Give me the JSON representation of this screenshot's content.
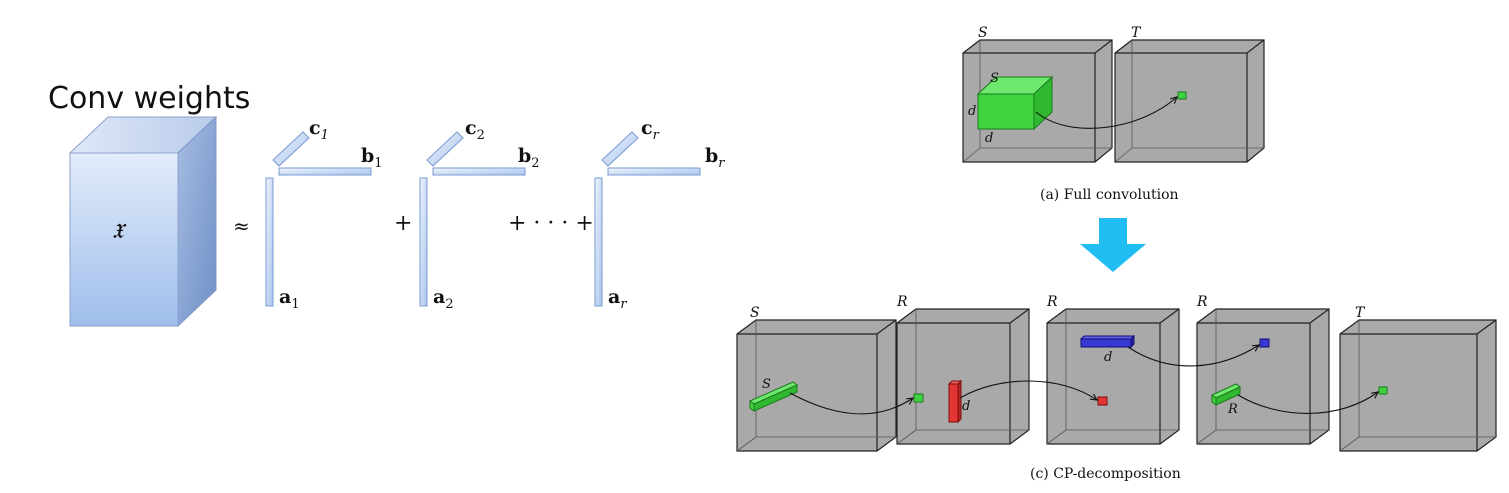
{
  "left_panel": {
    "title": "Conv weights",
    "tensor_symbol": "𝔵",
    "approx_symbol": "≈",
    "plus_symbol": "+",
    "ellipsis_plus": "+ · · · +",
    "components": [
      {
        "c": "c",
        "c_sub": "1",
        "b": "b",
        "b_sub": "1",
        "a": "a",
        "a_sub": "1"
      },
      {
        "c": "c",
        "c_sub": "2",
        "b": "b",
        "b_sub": "2",
        "a": "a",
        "a_sub": "2"
      },
      {
        "c": "c",
        "c_sub": "r",
        "b": "b",
        "b_sub": "r",
        "a": "a",
        "a_sub": "r"
      }
    ]
  },
  "top_diagram": {
    "caption": "(a) Full convolution",
    "box_labels": [
      "S",
      "T"
    ],
    "kernel_labels": {
      "s": "S",
      "d1": "d",
      "d2": "d"
    }
  },
  "bottom_diagram": {
    "caption": "(c) CP-decomposition",
    "box_labels": [
      "S",
      "R",
      "R",
      "R",
      "T"
    ],
    "kernel_labels": [
      "S",
      "d",
      "d",
      "R"
    ]
  },
  "colors": {
    "tensor_front": "#b7d0f3",
    "tensor_side": "#8aa6d6",
    "vector": "#c9dcf6",
    "box_fill": "#a9a9a9",
    "green": "#3fd43f",
    "red": "#e43434",
    "blue": "#3838d4",
    "arrow": "#1fbdf2"
  }
}
